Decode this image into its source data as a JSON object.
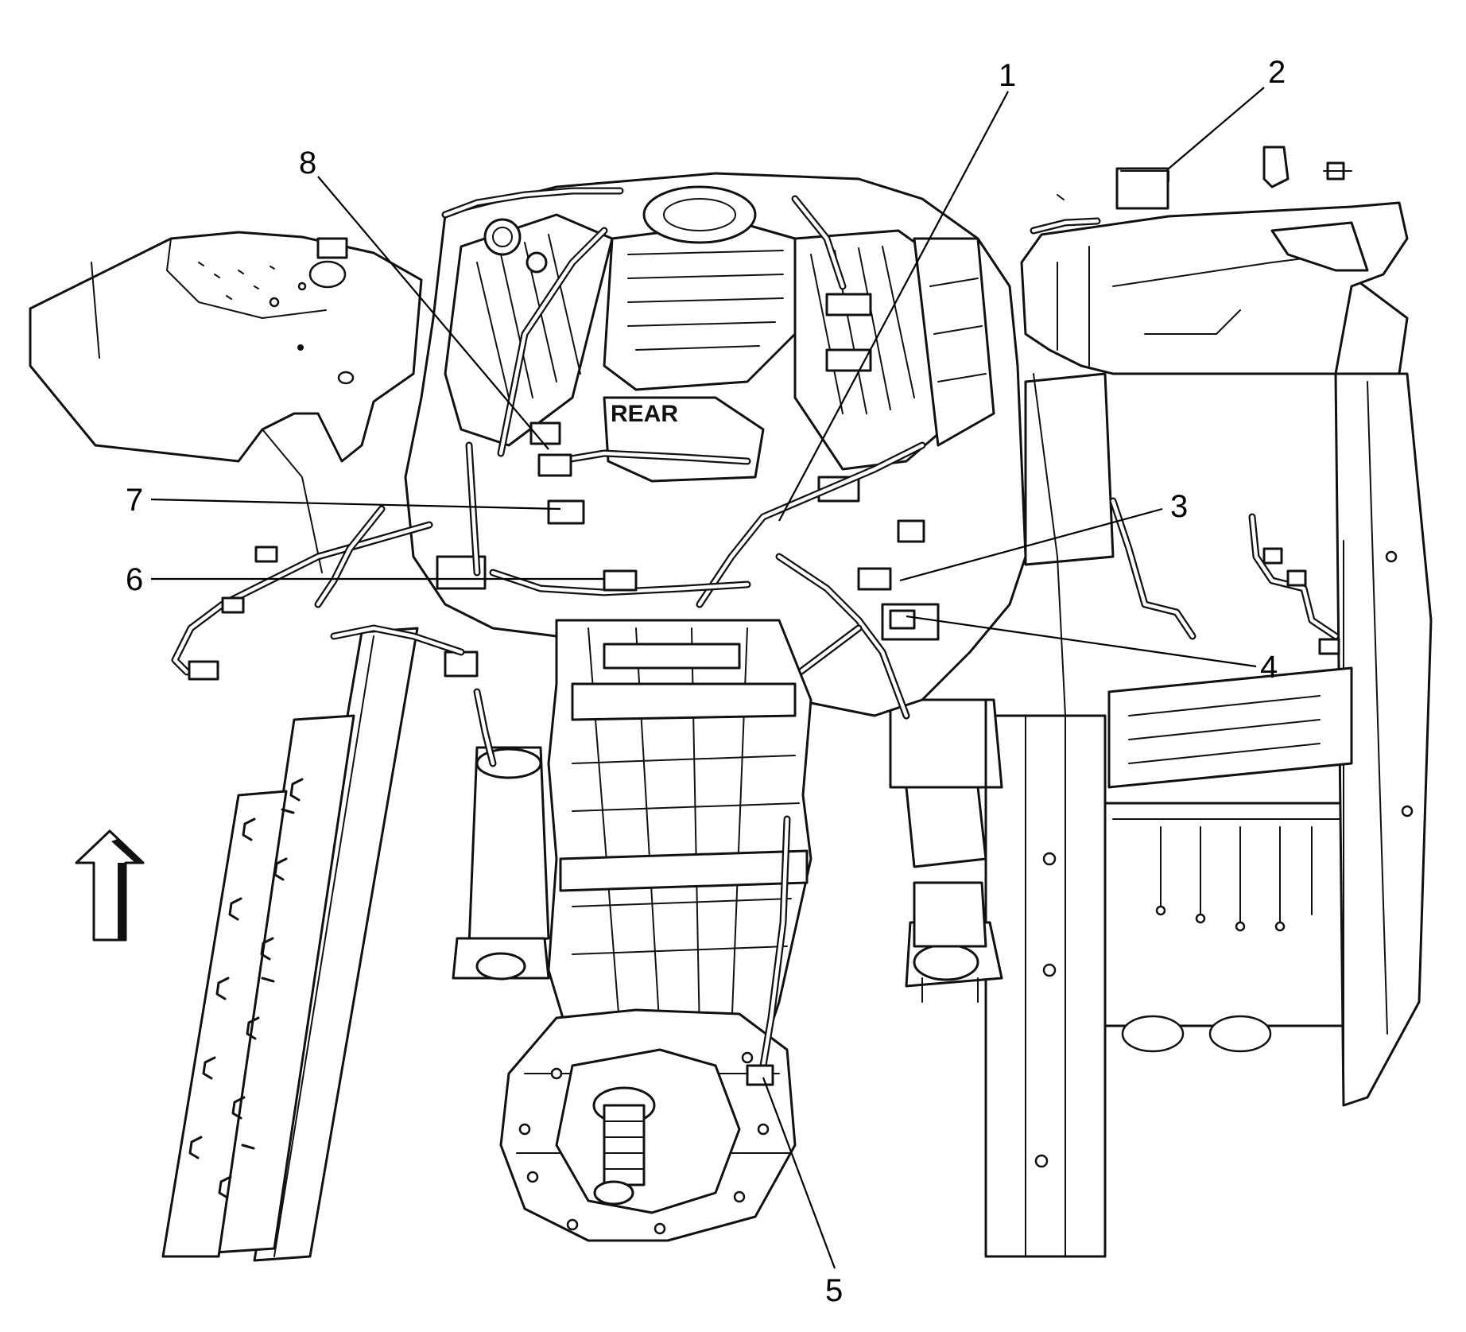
{
  "diagram": {
    "embossed_label": "REAR",
    "callouts": [
      {
        "id": "1",
        "label": "1"
      },
      {
        "id": "2",
        "label": "2"
      },
      {
        "id": "3",
        "label": "3"
      },
      {
        "id": "4",
        "label": "4"
      },
      {
        "id": "5",
        "label": "5"
      },
      {
        "id": "6",
        "label": "6"
      },
      {
        "id": "7",
        "label": "7"
      },
      {
        "id": "8",
        "label": "8"
      }
    ],
    "direction_arrow": "up-arrow-icon"
  }
}
